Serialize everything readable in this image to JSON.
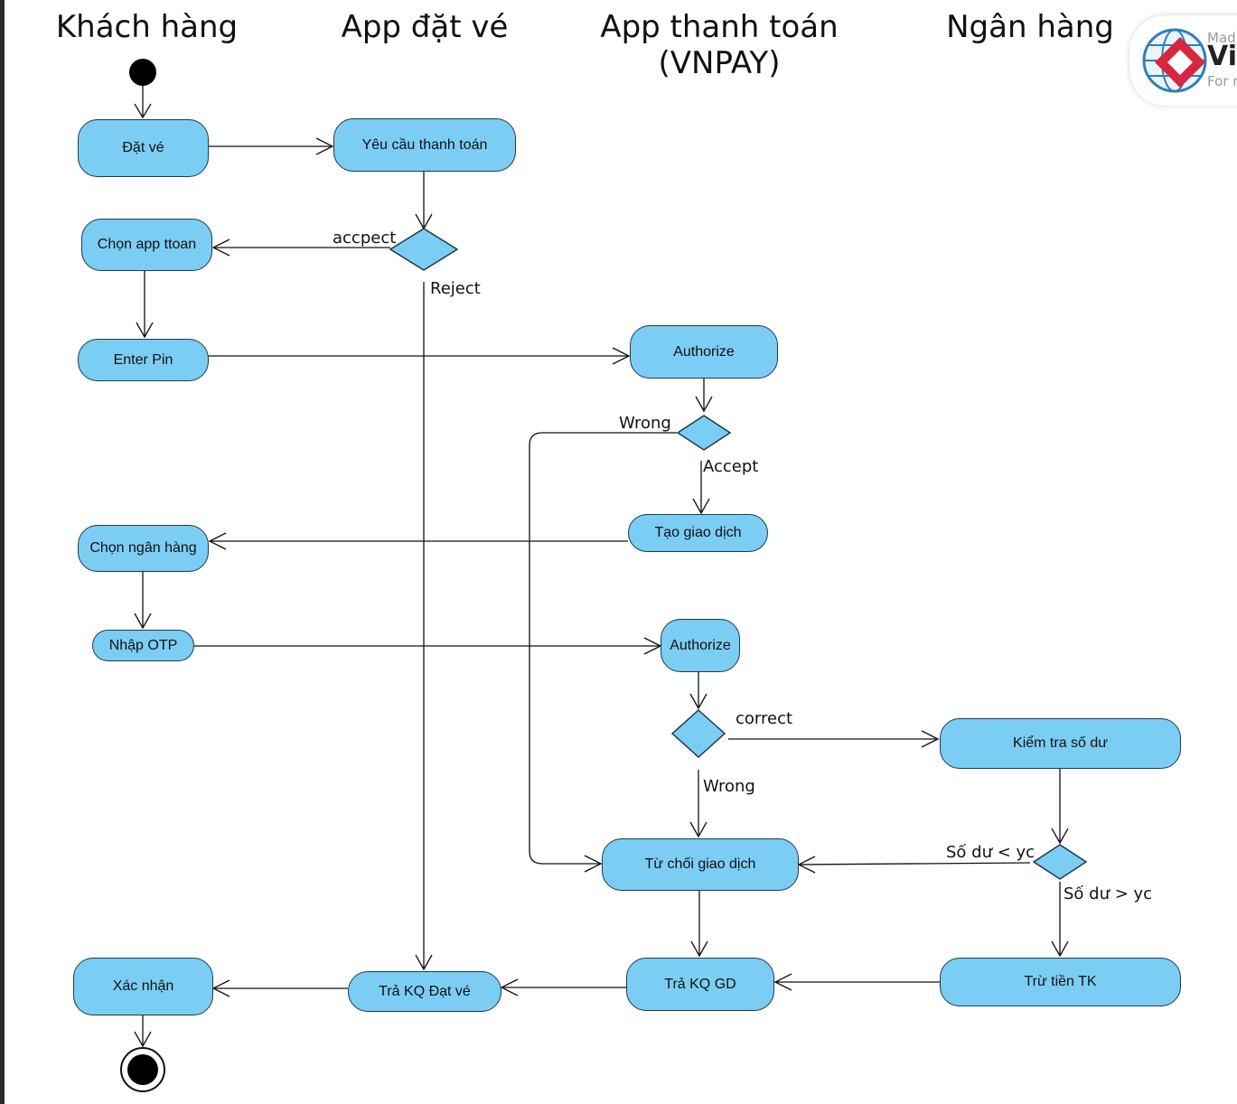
{
  "lanes": {
    "customer": "Khách hàng",
    "booking_app": "App đặt vé",
    "payment_app_line1": "App thanh toán",
    "payment_app_line2": "(VNPAY)",
    "bank": "Ngân hàng"
  },
  "nodes": {
    "dat_ve": "Đặt vé",
    "yeu_cau_thanh_toan": "Yêu cầu thanh toán",
    "chon_app_ttoan": "Chọn app ttoan",
    "enter_pin": "Enter Pin",
    "authorize_1": "Authorize",
    "tao_giao_dich": "Tạo giao dịch",
    "chon_ngan_hang": "Chọn ngân hàng",
    "nhap_otp": "Nhập OTP",
    "authorize_2": "Authorize",
    "kiem_tra_so_du": "Kiểm tra số dư",
    "tu_choi_giao_dich": "Từ chối giao dịch",
    "xac_nhan": "Xác nhận",
    "tra_kq_dat_ve": "Trả KQ Đạt vé",
    "tra_kq_gd": "Trả KQ GD",
    "tru_tien_tk": "Trừ tiền TK"
  },
  "edge_labels": {
    "accpect": "accpect",
    "reject": "Reject",
    "wrong_1": "Wrong",
    "accept": "Accept",
    "correct": "correct",
    "wrong_2": "Wrong",
    "so_du_lt": "Số dư < yc",
    "so_du_gt": "Số dư > yc"
  },
  "logo": {
    "line1": "Mad",
    "line2": "Vis",
    "line3": "For r"
  },
  "colors": {
    "node_fill": "#7ccdf3",
    "node_border": "#1e3a4a",
    "line": "#111111"
  }
}
